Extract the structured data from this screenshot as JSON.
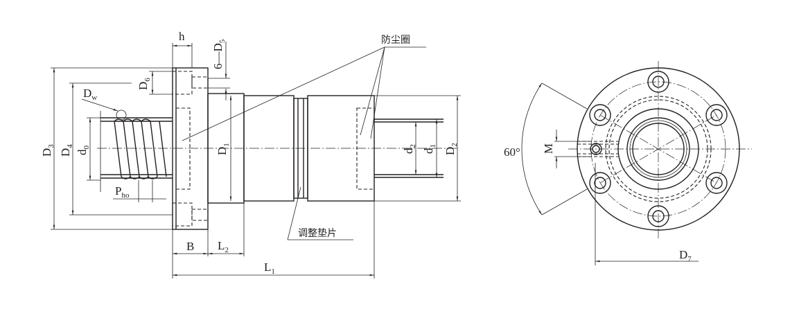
{
  "callouts": {
    "dust_seal": "防尘圈",
    "shim": "调整垫片"
  },
  "dims": {
    "h": {
      "main": "h"
    },
    "D5": {
      "main": "6—D",
      "sub": "5"
    },
    "D6": {
      "main": "D",
      "sub": "6"
    },
    "Dw": {
      "main": "D",
      "sub": "w"
    },
    "D3": {
      "main": "D",
      "sub": "3"
    },
    "D4": {
      "main": "D",
      "sub": "4"
    },
    "d0": {
      "main": "d",
      "sub": "0"
    },
    "D1": {
      "main": "D",
      "sub": "1"
    },
    "Pho": {
      "main": "P",
      "sub": "ho"
    },
    "B": {
      "main": "B"
    },
    "L2": {
      "main": "L",
      "sub": "2"
    },
    "L1": {
      "main": "L",
      "sub": "1"
    },
    "d2": {
      "main": "d",
      "sub": "2"
    },
    "d1": {
      "main": "d",
      "sub": "1"
    },
    "D2": {
      "main": "D",
      "sub": "2"
    },
    "angle": {
      "main": "60°"
    },
    "M": {
      "main": "M"
    },
    "D7": {
      "main": "D",
      "sub": "7"
    }
  }
}
